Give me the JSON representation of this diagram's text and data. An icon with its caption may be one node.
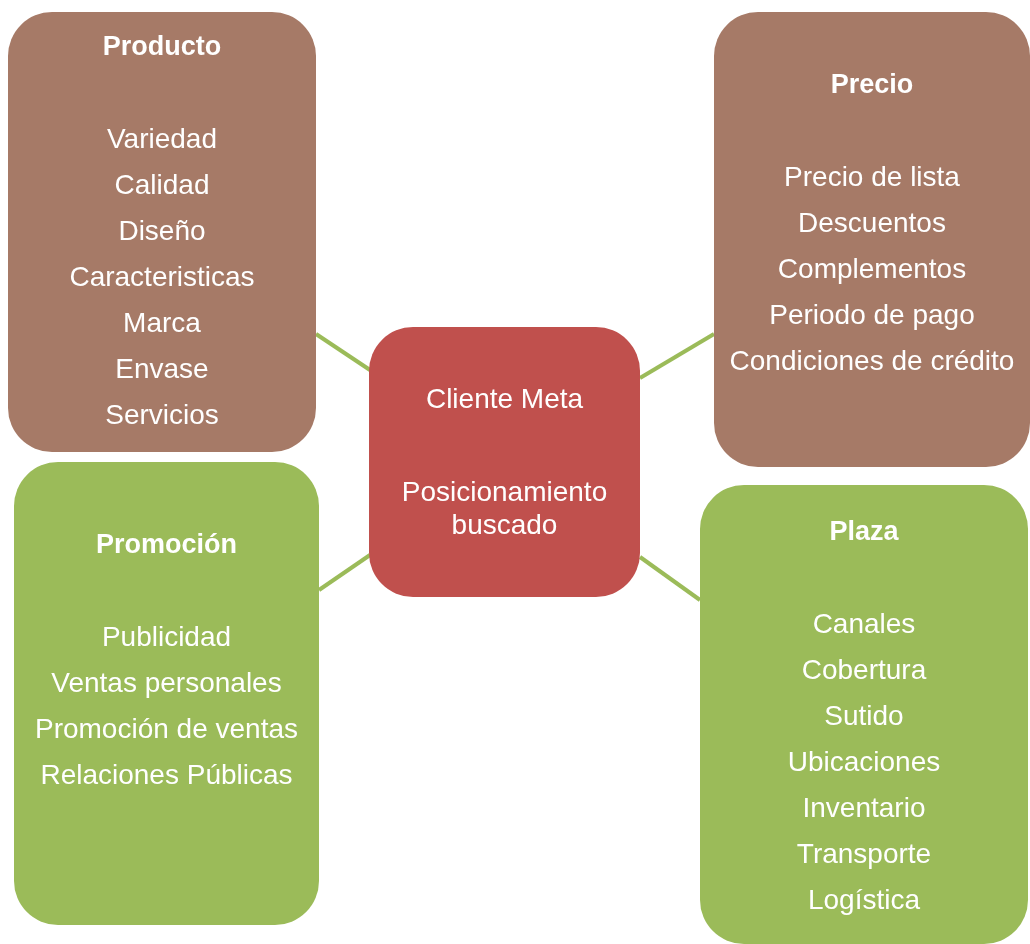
{
  "diagram": {
    "nodes": [
      {
        "text": [
          "Producto",
          "Variedad",
          "Calidad",
          "Diseño",
          "Caracteristicas",
          "Marca",
          "Envase",
          "Servicios"
        ]
      },
      {
        "text": [
          "Precio",
          "Precio de lista",
          "Descuentos",
          "Complementos",
          "Periodo de pago",
          "Condiciones de crédito"
        ]
      },
      {
        "text": [
          "Cliente Meta",
          "Posicionamiento buscado"
        ]
      },
      {
        "text": [
          "Promoción",
          "Publicidad",
          "Ventas personales",
          "Promoción de ventas",
          "Relaciones Públicas"
        ]
      },
      {
        "text": [
          "Plaza",
          "Canales",
          "Cobertura",
          "Sutido",
          "Ubicaciones",
          "Inventario",
          "Transporte",
          "Logística"
        ]
      }
    ],
    "edges": [
      {
        "from": 2,
        "to": 0,
        "arrow": "none"
      },
      {
        "from": 2,
        "to": 1,
        "arrow": "none"
      },
      {
        "from": 2,
        "to": 3,
        "arrow": "none"
      },
      {
        "from": 2,
        "to": 4,
        "arrow": "none"
      }
    ]
  }
}
